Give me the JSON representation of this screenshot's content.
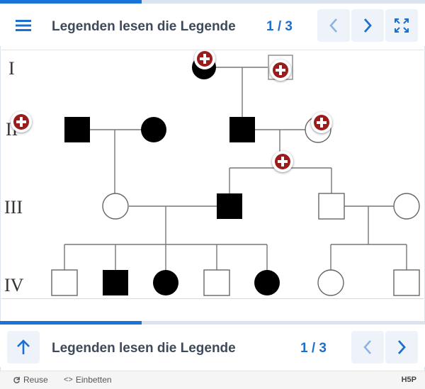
{
  "header": {
    "title": "Legenden lesen die Legende",
    "counter": "1 / 3",
    "icons": {
      "menu": "menu-icon",
      "prev": "chevron-left-icon",
      "next": "chevron-right-icon",
      "fullscreen": "fullscreen-icon"
    }
  },
  "pedigree": {
    "generations": [
      "I",
      "II",
      "III",
      "IV"
    ]
  },
  "navbar": {
    "title": "Legenden lesen die Legende",
    "counter": "1 / 3",
    "icons": {
      "up": "arrow-up-icon",
      "prev": "chevron-left-icon",
      "next": "chevron-right-icon"
    }
  },
  "progress": {
    "current": 1,
    "total": 3
  },
  "footer": {
    "reuse": "Reuse",
    "embed": "Einbetten",
    "logo": "H5P"
  },
  "colors": {
    "accent": "#1a73d9",
    "hotspot": "#9b1c1c"
  }
}
